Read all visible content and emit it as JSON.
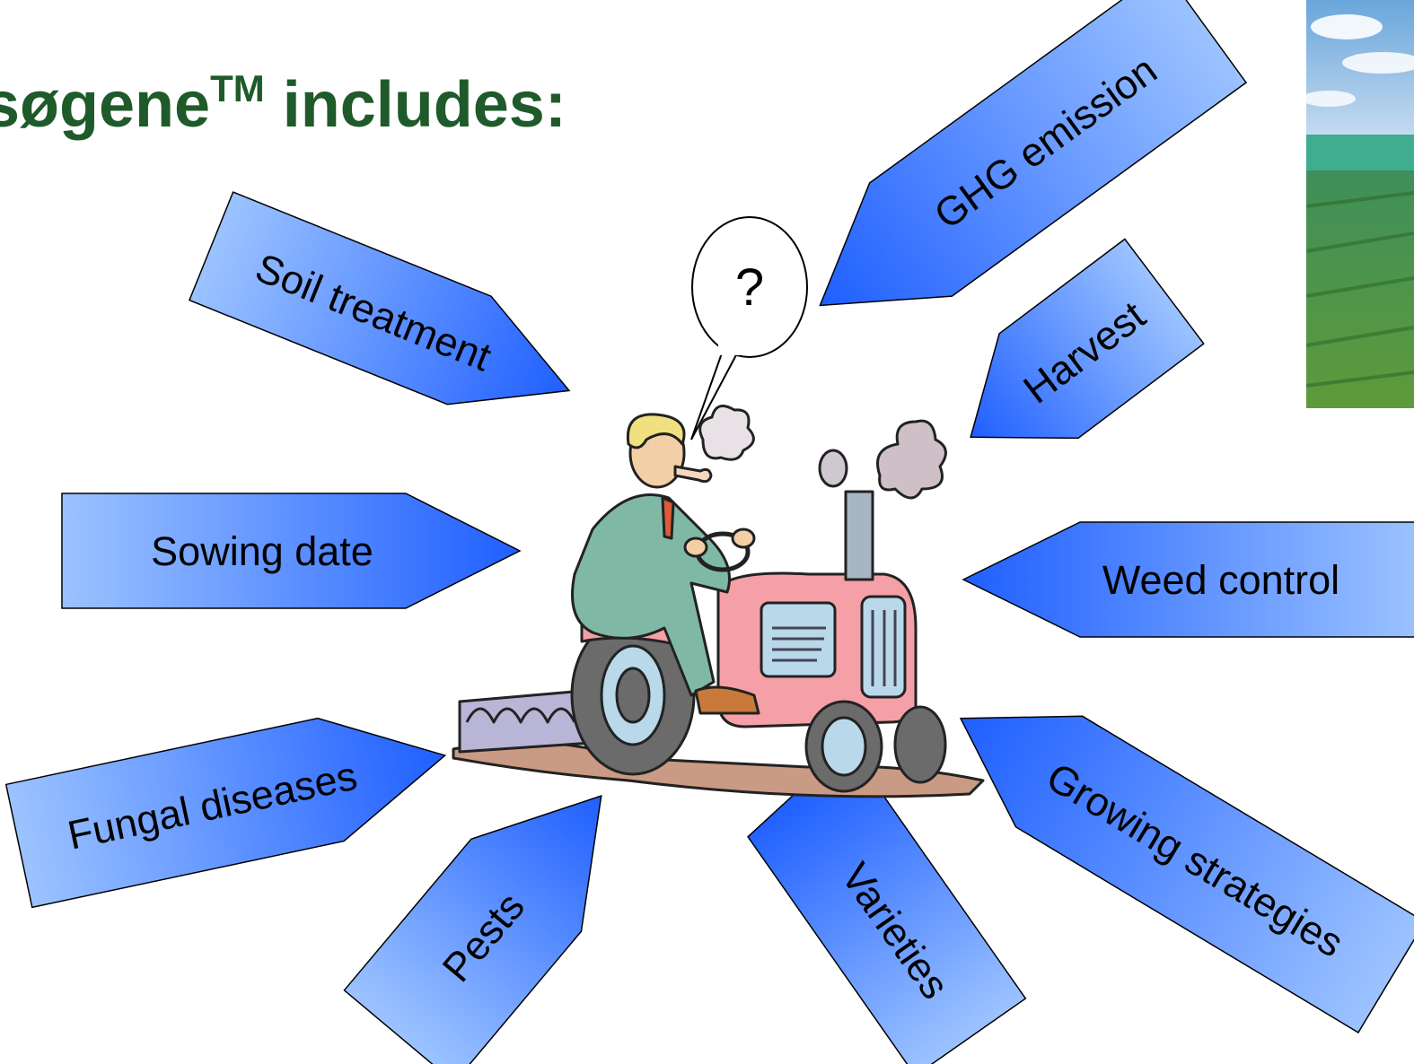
{
  "title": {
    "prefix": "søgene",
    "superscript": "TM",
    "suffix": " includes:"
  },
  "bubble": {
    "text": "?"
  },
  "arrows": [
    {
      "id": "soil",
      "label": "Soil treatment"
    },
    {
      "id": "sowing",
      "label": "Sowing date"
    },
    {
      "id": "fungal",
      "label": "Fungal diseases"
    },
    {
      "id": "pests",
      "label": "Pests"
    },
    {
      "id": "varieties",
      "label": "Varieties"
    },
    {
      "id": "growing",
      "label": "Growing strategies"
    },
    {
      "id": "weed",
      "label": "Weed control"
    },
    {
      "id": "harvest",
      "label": "Harvest"
    },
    {
      "id": "ghg",
      "label": "GHG emission"
    }
  ],
  "colors": {
    "title": "#1e5a2a",
    "arrow_dark": "#1f5fff",
    "arrow_light": "#9cc3ff",
    "outline": "#000000"
  },
  "icons": [
    "farmer-on-tractor-clipart",
    "field-photo"
  ]
}
